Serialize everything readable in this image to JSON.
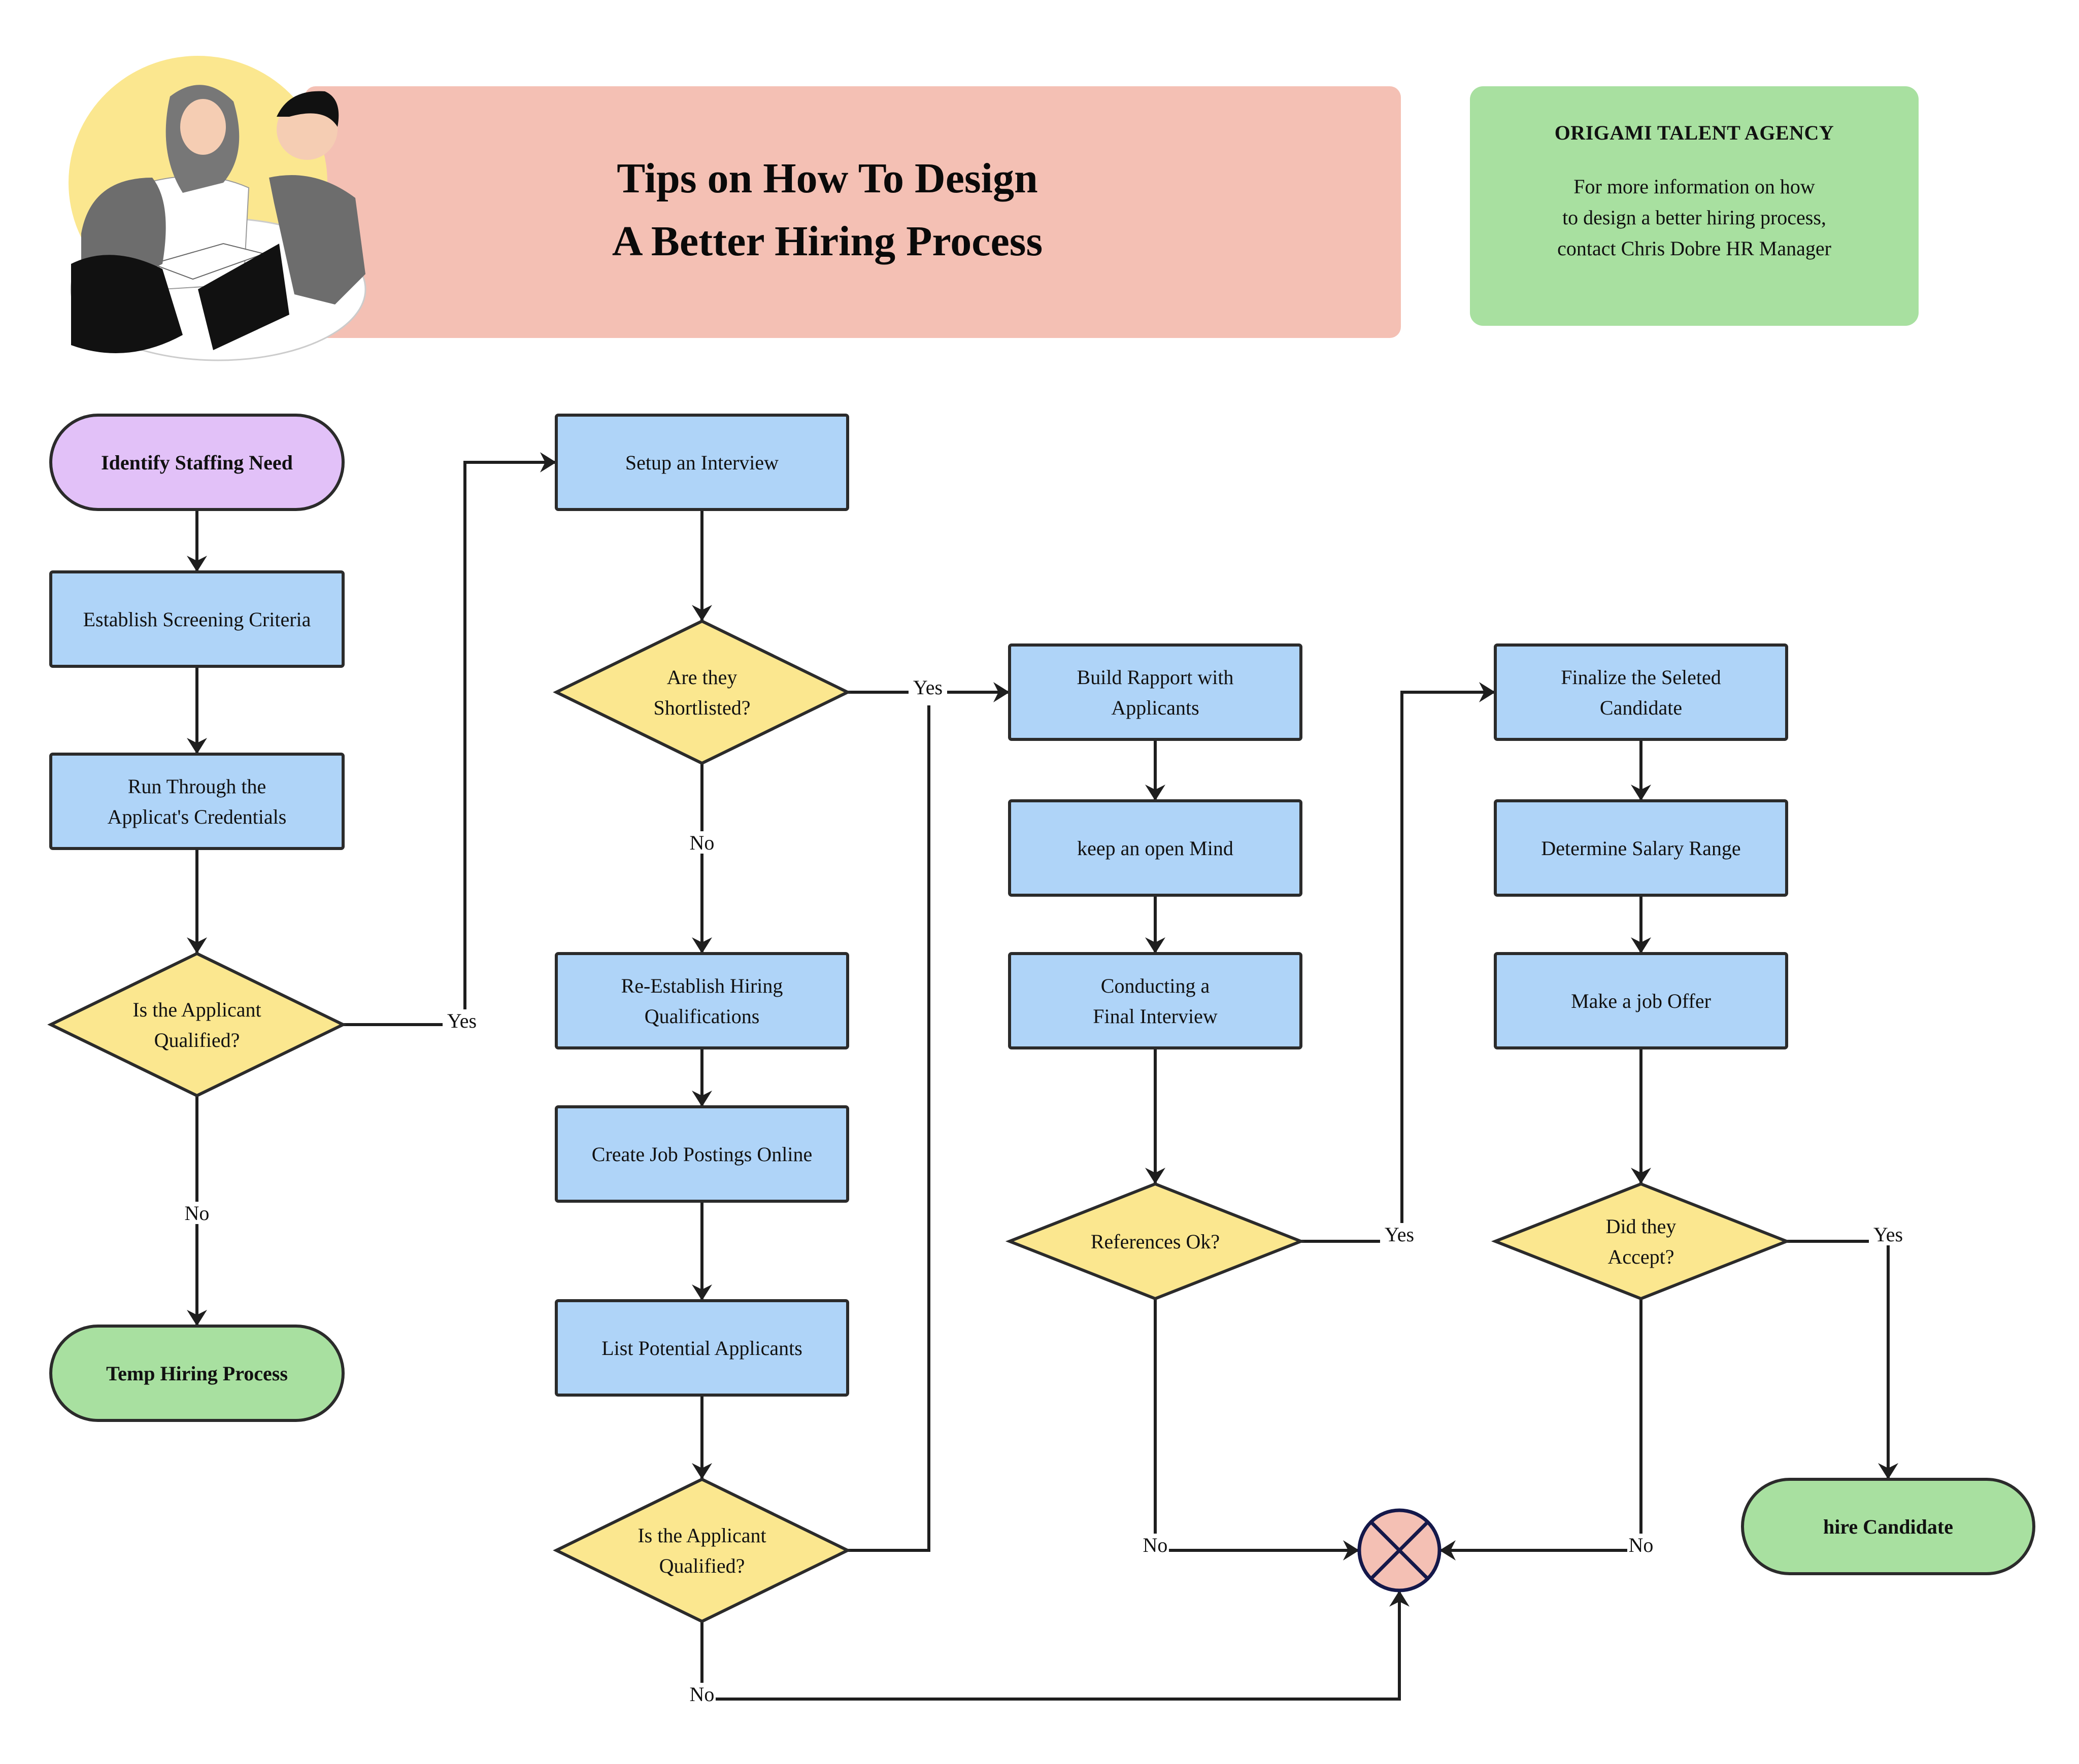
{
  "header": {
    "title_line1": "Tips on How To Design",
    "title_line2": "A Better Hiring Process"
  },
  "info_card": {
    "title": "ORIGAMI TALENT AGENCY",
    "lines": [
      "For more information on how",
      "to design a better hiring process,",
      "contact Chris Dobre HR Manager"
    ]
  },
  "illustration": {
    "description": "three people meeting around a table with a laptop and papers"
  },
  "colors": {
    "start_fill": "#e2c1f8",
    "end_fill": "#a8e0a0",
    "process_fill": "#afd4f8",
    "decision_fill": "#fbe78f",
    "terminator_x_fill": "#f4c0b4",
    "stroke": "#2b2b2b",
    "header_fill": "#f4c0b4",
    "info_fill": "#a8e0a0"
  },
  "nodes": {
    "identify": {
      "type": "start",
      "lines": [
        "Identify Staffing Need"
      ]
    },
    "establish": {
      "type": "process",
      "lines": [
        "Establish Screening Criteria"
      ]
    },
    "run_through": {
      "type": "process",
      "lines": [
        "Run Through the",
        "Applicat's Credentials"
      ]
    },
    "qualified1": {
      "type": "decision",
      "lines": [
        "Is the Applicant",
        "Qualified?"
      ]
    },
    "temp": {
      "type": "end",
      "lines": [
        "Temp Hiring Process"
      ]
    },
    "setup": {
      "type": "process",
      "lines": [
        "Setup an Interview"
      ]
    },
    "shortlisted": {
      "type": "decision",
      "lines": [
        "Are they",
        "Shortlisted?"
      ]
    },
    "re_establish": {
      "type": "process",
      "lines": [
        "Re-Establish Hiring",
        "Qualifications"
      ]
    },
    "create_postings": {
      "type": "process",
      "lines": [
        "Create Job Postings Online"
      ]
    },
    "list_applicants": {
      "type": "process",
      "lines": [
        "List Potential Applicants"
      ]
    },
    "qualified2": {
      "type": "decision",
      "lines": [
        "Is the Applicant",
        "Qualified?"
      ]
    },
    "build_rapport": {
      "type": "process",
      "lines": [
        "Build Rapport with",
        "Applicants"
      ]
    },
    "open_mind": {
      "type": "process",
      "lines": [
        "keep an open Mind"
      ]
    },
    "final_interview": {
      "type": "process",
      "lines": [
        "Conducting a",
        "Final Interview"
      ]
    },
    "references": {
      "type": "decision",
      "lines": [
        "References Ok?"
      ]
    },
    "finalize": {
      "type": "process",
      "lines": [
        "Finalize the Seleted",
        "Candidate"
      ]
    },
    "salary": {
      "type": "process",
      "lines": [
        "Determine Salary Range"
      ]
    },
    "offer": {
      "type": "process",
      "lines": [
        "Make a job Offer"
      ]
    },
    "accept": {
      "type": "decision",
      "lines": [
        "Did they",
        "Accept?"
      ]
    },
    "hire": {
      "type": "end",
      "lines": [
        "hire Candidate"
      ]
    },
    "terminate": {
      "type": "terminator",
      "lines": []
    }
  },
  "edges": [
    {
      "from": "identify",
      "to": "establish",
      "label": ""
    },
    {
      "from": "establish",
      "to": "run_through",
      "label": ""
    },
    {
      "from": "run_through",
      "to": "qualified1",
      "label": ""
    },
    {
      "from": "qualified1",
      "to": "setup",
      "label": "Yes"
    },
    {
      "from": "qualified1",
      "to": "temp",
      "label": "No"
    },
    {
      "from": "setup",
      "to": "shortlisted",
      "label": ""
    },
    {
      "from": "shortlisted",
      "to": "build_rapport",
      "label": "Yes"
    },
    {
      "from": "shortlisted",
      "to": "re_establish",
      "label": "No"
    },
    {
      "from": "re_establish",
      "to": "create_postings",
      "label": ""
    },
    {
      "from": "create_postings",
      "to": "list_applicants",
      "label": ""
    },
    {
      "from": "list_applicants",
      "to": "qualified2",
      "label": ""
    },
    {
      "from": "qualified2",
      "to": "build_rapport",
      "label": ""
    },
    {
      "from": "qualified2",
      "to": "terminate",
      "label": "No"
    },
    {
      "from": "build_rapport",
      "to": "open_mind",
      "label": ""
    },
    {
      "from": "open_mind",
      "to": "final_interview",
      "label": ""
    },
    {
      "from": "final_interview",
      "to": "references",
      "label": ""
    },
    {
      "from": "references",
      "to": "finalize",
      "label": "Yes"
    },
    {
      "from": "references",
      "to": "terminate",
      "label": "No"
    },
    {
      "from": "finalize",
      "to": "salary",
      "label": ""
    },
    {
      "from": "salary",
      "to": "offer",
      "label": ""
    },
    {
      "from": "offer",
      "to": "accept",
      "label": ""
    },
    {
      "from": "accept",
      "to": "hire",
      "label": "Yes"
    },
    {
      "from": "accept",
      "to": "terminate",
      "label": "No"
    }
  ],
  "labels": {
    "yes": "Yes",
    "no": "No"
  }
}
